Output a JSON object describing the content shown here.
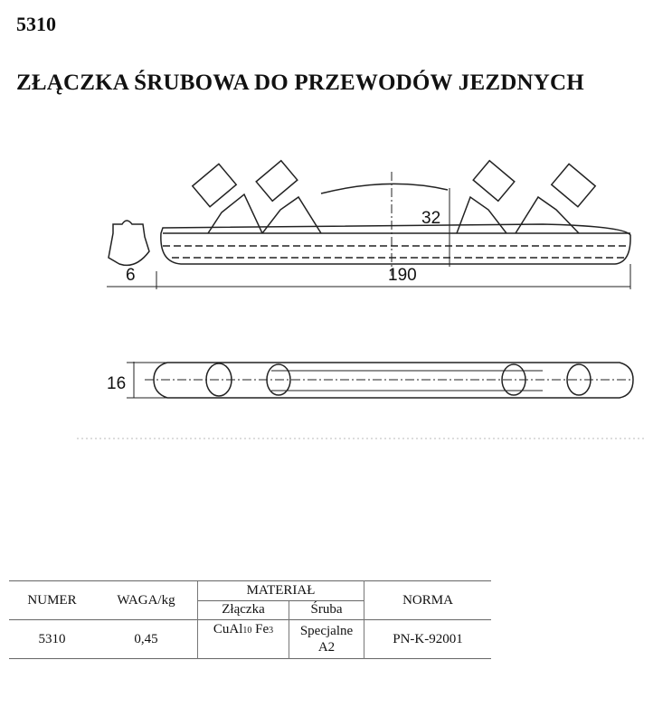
{
  "number": "5310",
  "title": "ZŁĄCZKA ŚRUBOWA DO PRZEWODÓW JEZDNYCH",
  "drawing": {
    "dim_height": "32",
    "dim_length": "190",
    "dim_end": "6",
    "dim_width": "16"
  },
  "table": {
    "headers": {
      "numer": "NUMER",
      "waga": "WAGA/kg",
      "material": "MATERIAŁ",
      "zlaczka": "Złączka",
      "sruba": "Śruba",
      "norma": "NORMA"
    },
    "row": {
      "numer": "5310",
      "waga": "0,45",
      "zlaczka_a": "CuAl",
      "zlaczka_b": "10",
      "zlaczka_c": " Fe",
      "zlaczka_d": "3",
      "sruba_1": "Specjalne",
      "sruba_2": "A2",
      "norma": "PN-K-92001"
    }
  }
}
